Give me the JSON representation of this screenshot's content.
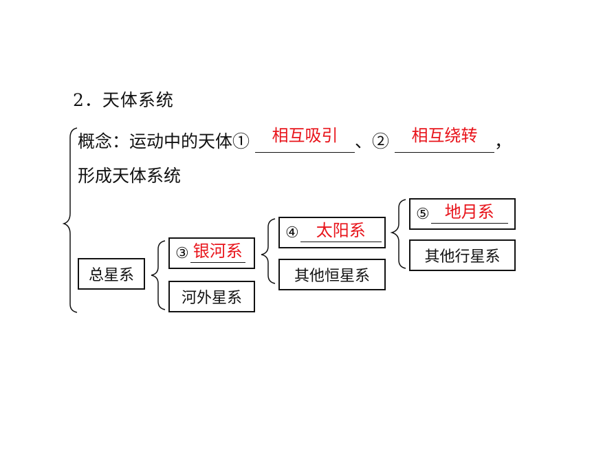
{
  "heading": "2．天体系统",
  "concept": {
    "prefix": "概念：运动中的天体",
    "marker1": "①",
    "answer1": "相互吸引",
    "separator": "、",
    "marker2": "②",
    "answer2": "相互绕转",
    "end_punct": "，",
    "line2": "形成天体系统"
  },
  "hierarchy": {
    "root": "总星系",
    "galaxy": {
      "marker": "③",
      "answer": "银河系"
    },
    "extragalactic": "河外星系",
    "solar": {
      "marker": "④",
      "answer": "太阳系"
    },
    "other_stars": "其他恒星系",
    "earth_moon": {
      "marker": "⑤",
      "answer": "地月系"
    },
    "other_planets": "其他行星系"
  },
  "colors": {
    "answer": "#e8141b",
    "ink": "#111111"
  }
}
